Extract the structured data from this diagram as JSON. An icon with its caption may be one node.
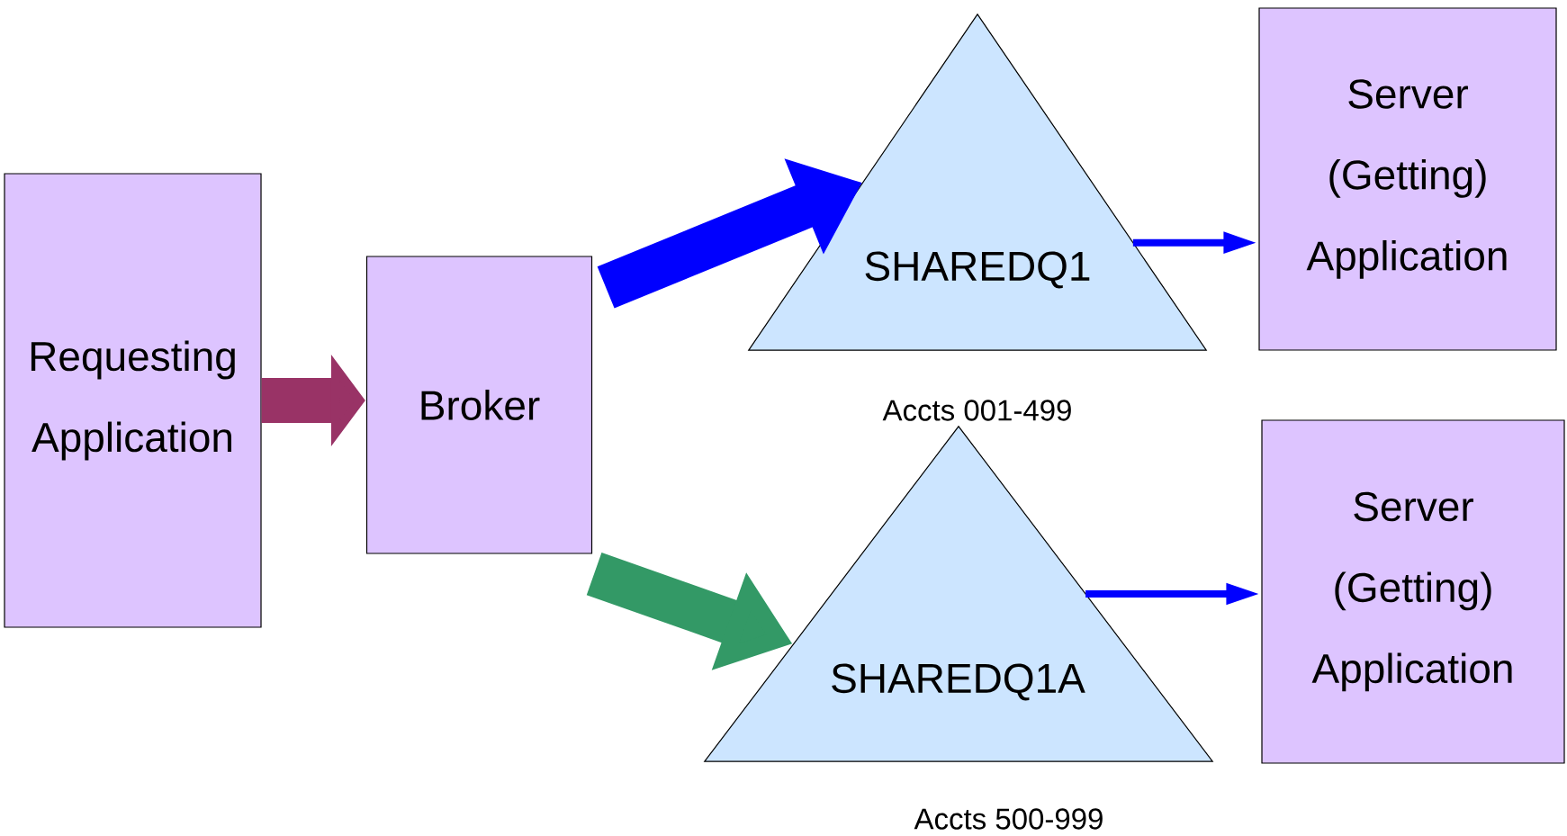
{
  "diagram": {
    "nodes": [
      {
        "text": [
          "Requesting Application"
        ]
      },
      {
        "text": [
          "Broker"
        ]
      },
      {
        "text": [
          "SHAREDQ1"
        ]
      },
      {
        "text": [
          "Server (Getting) Application"
        ]
      },
      {
        "text": [
          "SHAREDQ1A"
        ]
      },
      {
        "text": [
          "Server (Getting) Application"
        ]
      }
    ],
    "edges": [
      {
        "from": 0,
        "to": 1,
        "arrow": "to",
        "color": "#993366"
      },
      {
        "from": 1,
        "to": 2,
        "arrow": "to"
      },
      {
        "from": 1,
        "to": 4,
        "arrow": "to",
        "color": "#339966"
      },
      {
        "from": 2,
        "to": 3,
        "arrow": "to"
      },
      {
        "from": 4,
        "to": 5,
        "arrow": "to"
      }
    ],
    "labels": [
      "Accts 001-499",
      "Accts 500-999"
    ]
  }
}
